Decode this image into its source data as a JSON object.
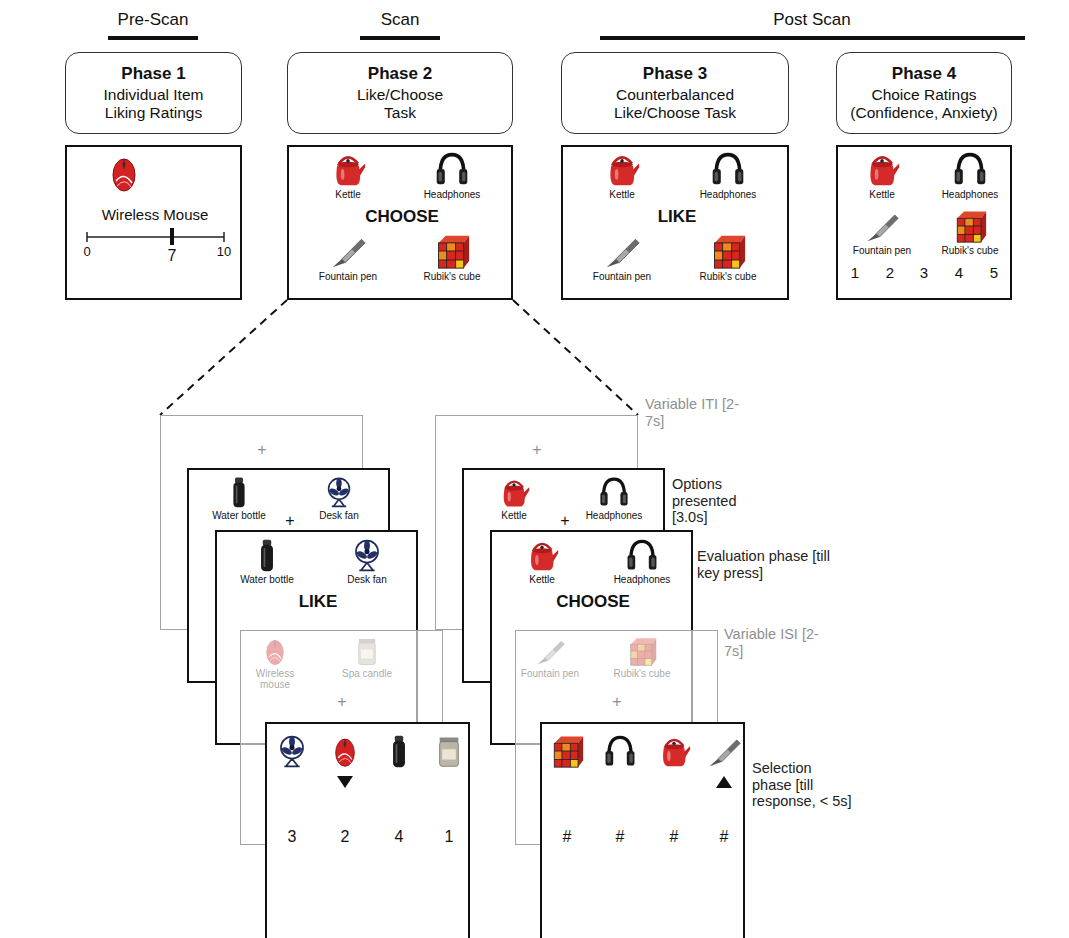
{
  "diagram": {
    "nodes": [
      {
        "text": [
          "Phase 1",
          "Individual Item Liking Ratings"
        ]
      },
      {
        "text": [
          "Phase 2",
          "Like/Choose Task"
        ]
      },
      {
        "text": [
          "Phase 3",
          "Counterbalanced Like/Choose Task"
        ]
      },
      {
        "text": [
          "Phase 4",
          "Choice Ratings (Confidence, Anxiety)"
        ]
      },
      {
        "text": [
          "Wireless Mouse",
          "0",
          "7",
          "10"
        ]
      },
      {
        "text": [
          "Kettle",
          "Headphones",
          "CHOOSE",
          "Fountain pen",
          "Rubik's cube"
        ]
      },
      {
        "text": [
          "Kettle",
          "Headphones",
          "LIKE",
          "Fountain pen",
          "Rubik's cube"
        ]
      },
      {
        "text": [
          "Kettle",
          "Headphones",
          "Fountain pen",
          "Rubik's cube",
          "1",
          "2",
          "3",
          "4",
          "5"
        ]
      },
      {
        "text": [
          "+"
        ]
      },
      {
        "text": [
          "Water bottle",
          "Desk fan",
          "+"
        ]
      },
      {
        "text": [
          "Water bottle",
          "Desk fan",
          "LIKE",
          "Wireless mouse",
          "Spa candle"
        ]
      },
      {
        "text": [
          "+"
        ]
      },
      {
        "text": [
          "3",
          "2",
          "4",
          "1"
        ]
      },
      {
        "text": [
          "+"
        ]
      },
      {
        "text": [
          "Kettle",
          "Headphones",
          "+"
        ]
      },
      {
        "text": [
          "Kettle",
          "Headphones",
          "CHOOSE",
          "Fountain pen",
          "Rubik's cube"
        ]
      },
      {
        "text": [
          "+"
        ]
      },
      {
        "text": [
          "#",
          "#",
          "#",
          "#"
        ]
      }
    ],
    "edges": [
      {
        "from": 5,
        "to": 8,
        "arrow": "none"
      },
      {
        "from": 5,
        "to": 13,
        "arrow": "none"
      }
    ],
    "labels": [
      "Pre-Scan",
      "Scan",
      "Post Scan",
      "Variable ITI [2-7s]",
      "Options presented [3.0s]",
      "Evaluation phase [till key press]",
      "Variable ISI [2-7s]",
      "Selection phase [till response, < 5s]"
    ]
  }
}
